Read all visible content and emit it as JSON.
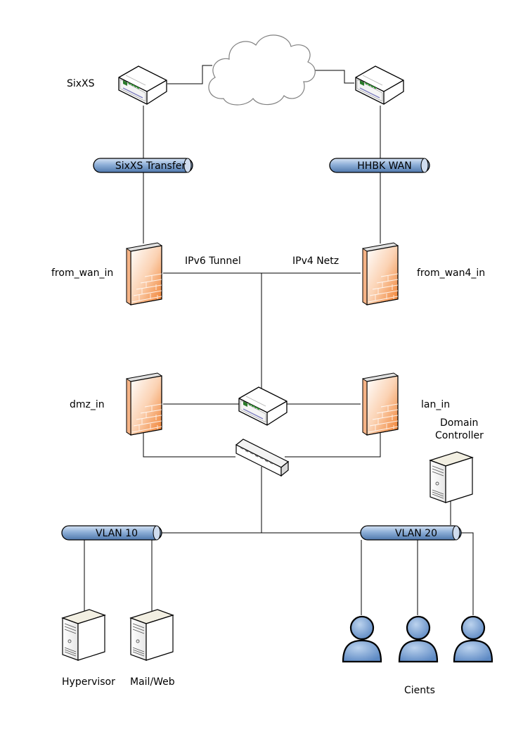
{
  "labels": {
    "sixxs": "SixXS",
    "from_wan_in": "from_wan_in",
    "from_wan4_in": "from_wan4_in",
    "ipv6_tunnel": "IPv6 Tunnel",
    "ipv4_netz": "IPv4 Netz",
    "dmz_in": "dmz_in",
    "lan_in": "lan_in",
    "domain": "Domain",
    "controller": "Controller",
    "hypervisor": "Hypervisor",
    "mailweb": "Mail/Web",
    "clients": "Cients"
  },
  "pipes": {
    "sixxs_transfer": "SixXS Transfer",
    "hhbk_wan": "HHBK WAN",
    "vlan10": "VLAN 10",
    "vlan20": "VLAN 20"
  },
  "colors": {
    "pipe": "#6f94c4",
    "firewall": "#f07c2a",
    "user": "#6f9bd2",
    "line": "#000000"
  },
  "icons": [
    "router-icon",
    "cloud-icon",
    "firewall-icon",
    "switch-icon",
    "server-icon",
    "user-icon"
  ]
}
